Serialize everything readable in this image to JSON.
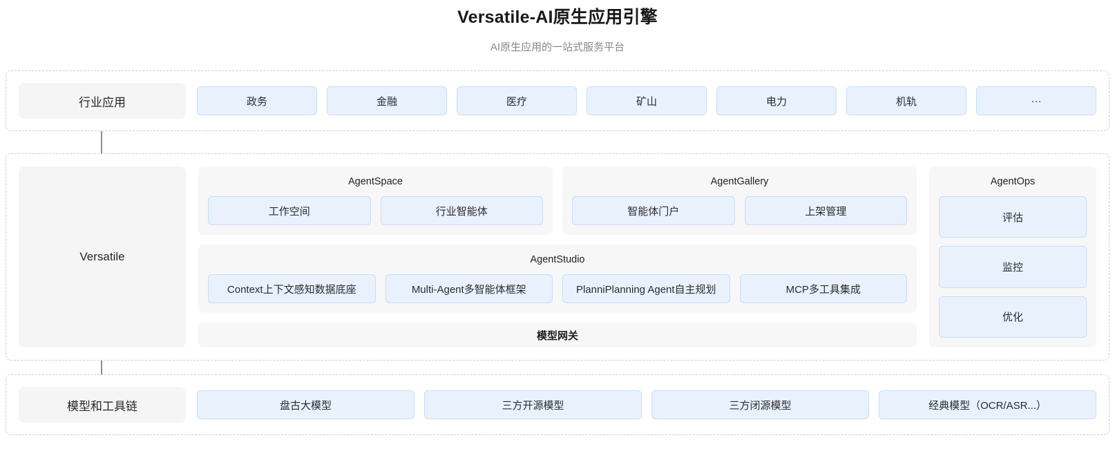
{
  "header": {
    "title": "Versatile-AI原生应用引擎",
    "subtitle": "AI原生应用的一站式服务平台"
  },
  "industry": {
    "label": "行业应用",
    "tags": [
      "政务",
      "金融",
      "医疗",
      "矿山",
      "电力",
      "机轨",
      "···"
    ]
  },
  "core": {
    "left_label": "Versatile",
    "agentspace": {
      "title": "AgentSpace",
      "tags": [
        "工作空间",
        "行业智能体"
      ]
    },
    "agentgallery": {
      "title": "AgentGallery",
      "tags": [
        "智能体门户",
        "上架管理"
      ]
    },
    "agentstudio": {
      "title": "AgentStudio",
      "tags": [
        "Context上下文感知数据底座",
        "Multi-Agent多智能体框架",
        "PlanniPlanning Agent自主规划",
        "MCP多工具集成"
      ]
    },
    "gateway": "模型网关",
    "agentops": {
      "title": "AgentOps",
      "tags": [
        "评估",
        "监控",
        "优化"
      ]
    }
  },
  "models": {
    "label": "模型和工具链",
    "tags": [
      "盘古大模型",
      "三方开源模型",
      "三方闭源模型",
      "经典模型（OCR/ASR...）"
    ]
  },
  "icons": {
    "arrow_up": "arrow-up-icon",
    "arrow_down": "arrow-down-icon"
  },
  "colors": {
    "tag_bg": "#e9f1fd",
    "tag_border": "#c9dcf7",
    "panel_bg": "#f7f7f8",
    "label_bg": "#f5f5f6",
    "dashed_border": "#c9cbcf",
    "arrow": "#8a8d91"
  }
}
